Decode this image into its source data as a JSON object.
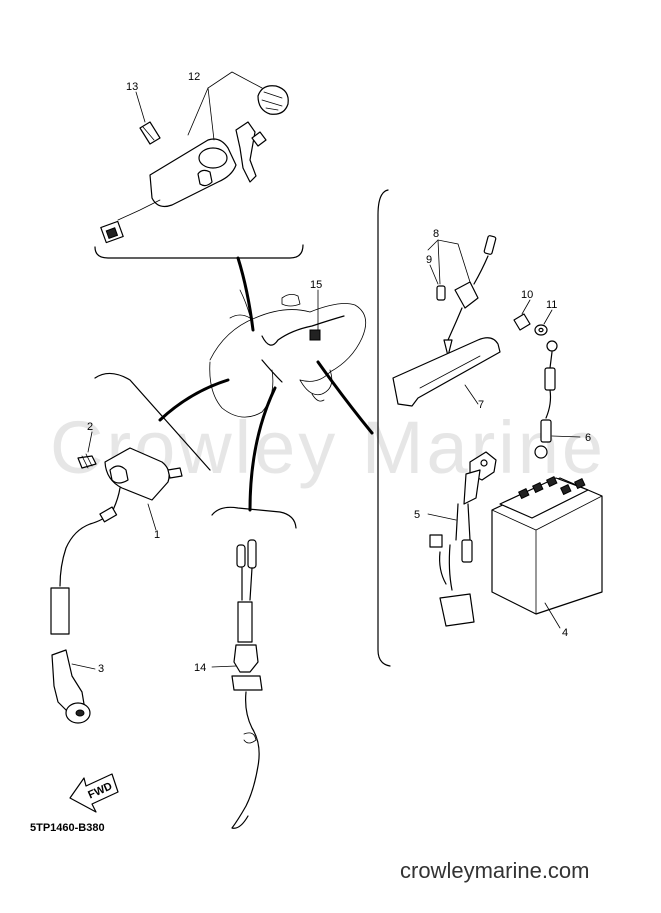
{
  "watermark": "Crowley Marine",
  "diagram_code": "5TP1460-B380",
  "footer_url": "crowleymarine.com",
  "fwd_label": "FWD",
  "callouts": [
    "1",
    "2",
    "3",
    "4",
    "5",
    "6",
    "7",
    "8",
    "9",
    "10",
    "11",
    "12",
    "13",
    "14",
    "15"
  ]
}
